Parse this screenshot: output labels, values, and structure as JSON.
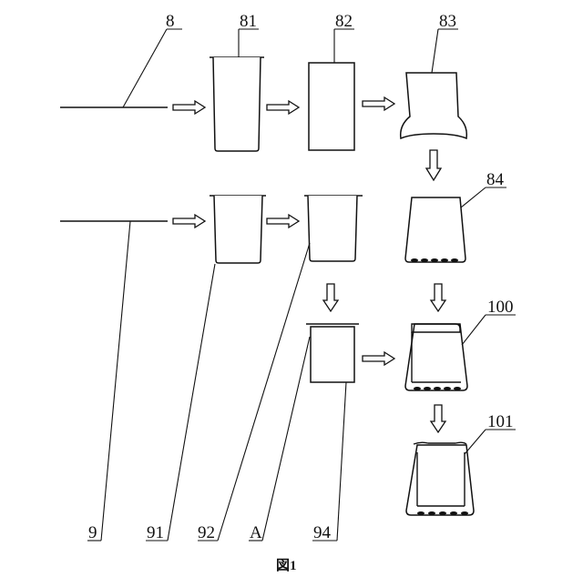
{
  "figure": {
    "caption": "図1",
    "labels": {
      "l8": "8",
      "l81": "81",
      "l82": "82",
      "l83": "83",
      "l84": "84",
      "l100": "100",
      "l101": "101",
      "l9": "9",
      "l91": "91",
      "l92": "92",
      "lA": "A",
      "l94": "94"
    }
  },
  "colors": {
    "ink": "#111111",
    "background": "#ffffff"
  }
}
